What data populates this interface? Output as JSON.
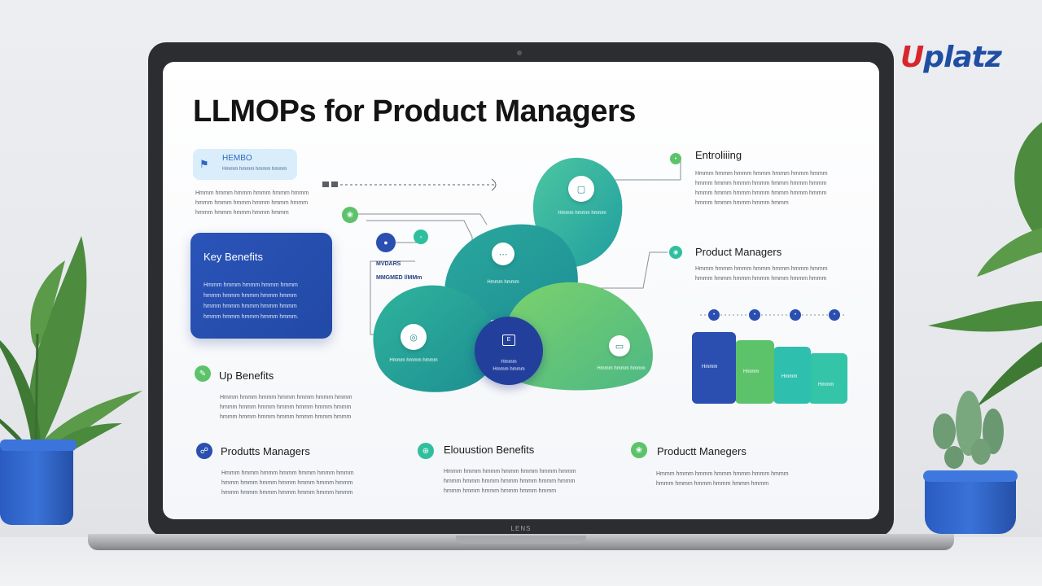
{
  "brand": {
    "logo_first": "U",
    "logo_rest": "platz"
  },
  "laptop": {
    "brand": "LENS"
  },
  "slide": {
    "title": "LLMOPs for Product Managers",
    "tag": {
      "icon": "flag-icon",
      "label": "HEMBO",
      "sub": "Hmmm hmmm hmmm hmmm"
    },
    "tag_blurb": [
      "Hmmm hmmm hmmm hmmm hmmm hmmm",
      "hmmm hmmm hmmm hmmm hmmm hmmm",
      "hmmm hmmm hmmm hmmm hmmm"
    ],
    "flow": {
      "label_1": "MVDARS",
      "label_2": "MMGMED l/MMm"
    },
    "key_benefits": {
      "title": "Key Benefits",
      "text": [
        "Hmmm hmmm hmmm hmmm hmmm",
        "hmmm hmmm hmmm hmmm hmmm",
        "hmmm hmmm hmmm hmmm hmmm",
        "hmmm hmmm hmmm hmmm hmmm."
      ]
    },
    "up_benefits": {
      "title": "Up Benefits",
      "text": [
        "Hmmm hmmm hmmm hmmm hmmm hmmm hmmm",
        "hmmm hmmm hmmm hmmm hmmm hmmm hmmm",
        "hmmm hmmm hmmm hmmm hmmm hmmm hmmm"
      ]
    },
    "entoolizing": {
      "title": "Entroliiing",
      "text": [
        "Hmmm hmmm hmmm hmmm hmmm hmmm hmmm",
        "hmmm hmmm hmmm hmmm hmmm hmmm hmmm",
        "hmmm hmmm hmmm hmmm hmmm hmmm hmmm",
        "hmmm hmmm hmmm hmmm hmmm"
      ]
    },
    "product_managers_right": {
      "title": "Product Managers",
      "text": [
        "Hmmm hmmm hmmm hmmm hmmm hmmm hmmm",
        "hmmm hmmm hmmm hmmm hmmm hmmm hmmm"
      ]
    },
    "bottom": [
      {
        "title": "Produtts Managers",
        "text": [
          "Hmmm hmmm hmmm hmmm hmmm hmmm hmmm",
          "hmmm hmmm hmmm hmmm hmmm hmmm hmmm",
          "hmmm hmmm hmmm hmmm hmmm hmmm hmmm"
        ]
      },
      {
        "title": "Elouustion Benefits",
        "text": [
          "Hmmm hmmm hmmm hmmm hmmm hmmm hmmm",
          "hmmm hmmm hmmm hmmm hmmm hmmm hmmm",
          "hmmm hmmm hmmm hmmm hmmm hmmm"
        ]
      },
      {
        "title": "Productt Manegers",
        "text": [
          "Hmmm hmmm hmmm hmmm hmmm hmmm hmmm",
          "hmmm hmmm hmmm hmmm hmmm hmmm"
        ]
      }
    ],
    "cloud_nodes": [
      {
        "icon": "square-icon",
        "label": "Hmmm hmmm hmmm"
      },
      {
        "icon": "dots-icon",
        "label": "Hmmm hmmm"
      },
      {
        "icon": "chat-icon",
        "label": "Hmmm hmmm hmmm"
      },
      {
        "icon": "box-icon",
        "label": "Hmmm hmmm hmmm"
      }
    ],
    "center": {
      "icon": "E",
      "label_1": "Hmmm",
      "label_2": "Hmmm hmmm"
    },
    "pipeline": {
      "dots": [
        "•",
        "•",
        "•",
        "•"
      ],
      "cards": [
        {
          "label": "Hmmm",
          "color": "#2a4fb0"
        },
        {
          "label": "Hmmm",
          "color": "#5cc36a"
        },
        {
          "label": "Hmmm",
          "color": "#2fbfae"
        },
        {
          "label": "Hmmm",
          "color": "#34c4a8"
        }
      ]
    }
  },
  "colors": {
    "navy": "#2a4fb0",
    "green": "#5cc36a",
    "teal": "#2fbf9e",
    "brand_red": "#d7262c",
    "brand_blue": "#1f4ea3"
  }
}
